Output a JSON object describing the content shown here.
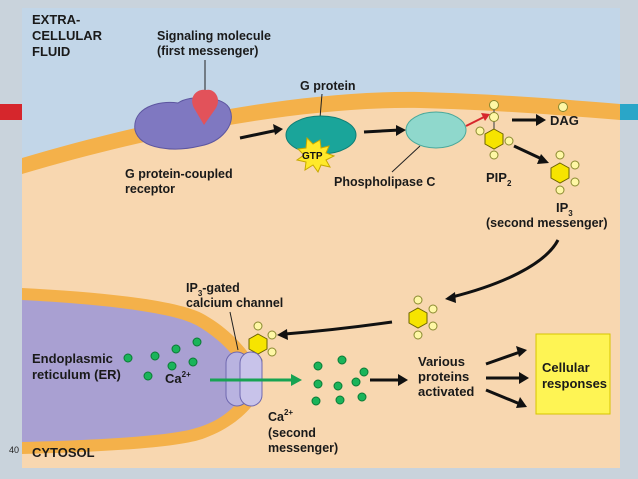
{
  "slide": {
    "page_number": "40"
  },
  "diagram": {
    "extracellular_label": [
      "EXTRA-",
      "CELLULAR",
      "FLUID"
    ],
    "cytosol_label": "CYTOSOL",
    "signaling_molecule_label": [
      "Signaling molecule",
      "(first messenger)"
    ],
    "g_protein_label": "G protein",
    "gtp_label": "GTP",
    "receptor_label": [
      "G protein-coupled",
      "receptor"
    ],
    "phospholipase_label": "Phospholipase C",
    "dag_label": "DAG",
    "pip2_label": "PIP",
    "pip2_sub": "2",
    "ip3_label": "IP",
    "ip3_sub": "3",
    "ip3_desc": "(second messenger)",
    "channel_label_main": "IP",
    "channel_label_sub": "3",
    "channel_label_rest": "-gated",
    "channel_label_line2": "calcium channel",
    "er_label": [
      "Endoplasmic",
      "reticulum (ER)"
    ],
    "ca_label": "Ca",
    "ca_sup": "2+",
    "ca_second_label": "Ca",
    "ca_second_sup": "2+",
    "ca_second_desc": [
      "(second",
      "messenger)"
    ],
    "proteins_label": [
      "Various",
      "proteins",
      "activated"
    ],
    "responses_label": [
      "Cellular",
      "responses"
    ],
    "colors": {
      "extracellular": "#c2d6e8",
      "membrane": "#f4b14a",
      "cytosol": "#f8d7b0",
      "er": "#a9a0d2",
      "g_protein": "#1aa59a",
      "phospholipase": "#8fd8cc",
      "receptor": "#7f78c1",
      "signal": "#e2525a",
      "ip3_hexagon": "#f6e400",
      "calcium": "#1ab45a",
      "responses_box": "#fef454"
    }
  }
}
